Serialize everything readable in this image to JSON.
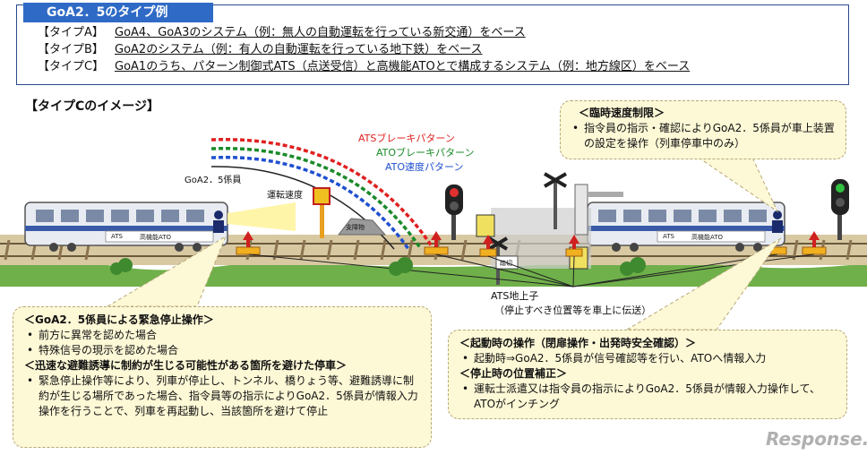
{
  "header": {
    "title": "GoA2．5のタイプ例",
    "types": [
      {
        "label": "【タイプA】",
        "text": "GoA4、GoA3のシステム（例：無人の自動運転を行っている新交通）をベース"
      },
      {
        "label": "【タイプB】",
        "text": "GoA2のシステム（例：有人の自動運転を行っている地下鉄）をベース"
      },
      {
        "label": "【タイプC】",
        "text": "GoA1のうち、パターン制御式ATS（点送受信）と高機能ATOとで構成するシステム（例：地方線区）をベース"
      }
    ]
  },
  "section_title": "【タイプCのイメージ】",
  "diagram": {
    "patterns": {
      "ats_brake": "ATSブレーキパターン",
      "ato_brake": "ATOブレーキパターン",
      "ato_speed": "ATO速度パターン"
    },
    "running_speed": "運転速度",
    "crew_label": "GoA2．5係員",
    "obstacle_label": "支障物",
    "train_label_left": "ATS",
    "train_label_right": "高機能ATO",
    "ats_beacon": "ATS地上子",
    "ats_beacon_note": "（停止すべき位置等を車上に伝送）",
    "crossing_sign": "踏切",
    "colors": {
      "ats_brake": "#e02020",
      "ato_brake": "#1a8a2a",
      "ato_speed": "#2050d0",
      "header": "#2f6ac6"
    }
  },
  "bubbles": {
    "temp_speed": {
      "title": "＜臨時速度制限＞",
      "items": [
        "指令員の指示・確認によりGoA2．5係員が車上装置の設定を操作（列車停車中のみ）"
      ]
    },
    "emergency": {
      "title": "＜GoA2．5係員による緊急停止操作＞",
      "items": [
        "前方に異常を認めた場合",
        "特殊信号の現示を認めた場合"
      ],
      "title2": "＜迅速な避難誘導に制約が生じる可能性がある箇所を避けた停車＞",
      "items2": [
        "緊急停止操作等により、列車が停止し、トンネル、橋りょう等、避難誘導に制約が生じる場所であった場合、指令員等の指示によりGoA2．5係員が情報入力操作を行うことで、列車を再起動し、当該箇所を避けて停止"
      ]
    },
    "startup": {
      "title": "＜起動時の操作（閉扉操作・出発時安全確認）＞",
      "items": [
        "起動時⇒GoA2．5係員が信号確認等を行い、ATOへ情報入力"
      ],
      "title2": "＜停止時の位置補正＞",
      "items2": [
        "運転士派遣又は指令員の指示によりGoA2．5係員が情報入力操作して、ATOがインチング"
      ]
    }
  },
  "logo": "Response."
}
